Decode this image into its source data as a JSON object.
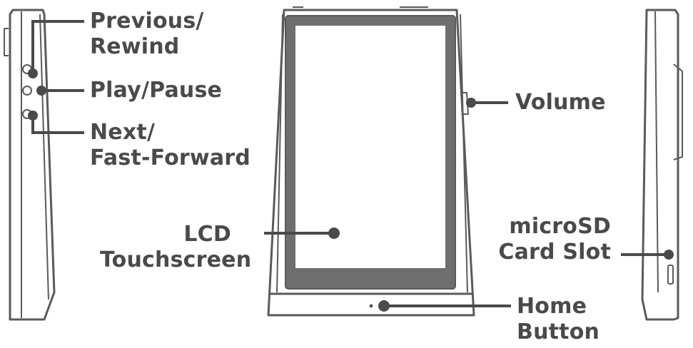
{
  "labels": {
    "previous_rewind": [
      "Previous/",
      "Rewind"
    ],
    "play_pause": [
      "Play/Pause"
    ],
    "next_fast_forward": [
      "Next/",
      "Fast-Forward"
    ],
    "volume": [
      "Volume"
    ],
    "lcd_touchscreen": [
      "LCD",
      "Touchscreen"
    ],
    "microsd_card_slot": [
      "microSD",
      "Card Slot"
    ],
    "home_button": [
      "Home",
      "Button"
    ]
  },
  "colors": {
    "outline": "#5a5a5a",
    "screen_frame": "#6e6e6e",
    "screen_fill": "#ffffff",
    "leader": "#4a4a4a",
    "text": "#4a4a4a"
  }
}
